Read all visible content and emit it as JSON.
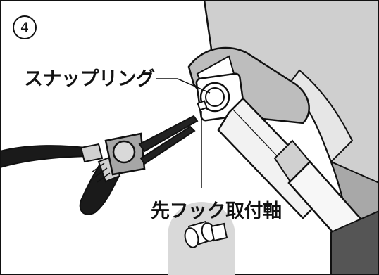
{
  "step_number": "4",
  "labels": {
    "snap_ring": "スナップリング",
    "hook_pin": "先フック取付軸"
  },
  "colors": {
    "ink": "#111111",
    "light_gray": "#d9d9d9",
    "mid_gray": "#a6a6a6",
    "dark_gray": "#595959",
    "black": "#1a1a1a"
  }
}
